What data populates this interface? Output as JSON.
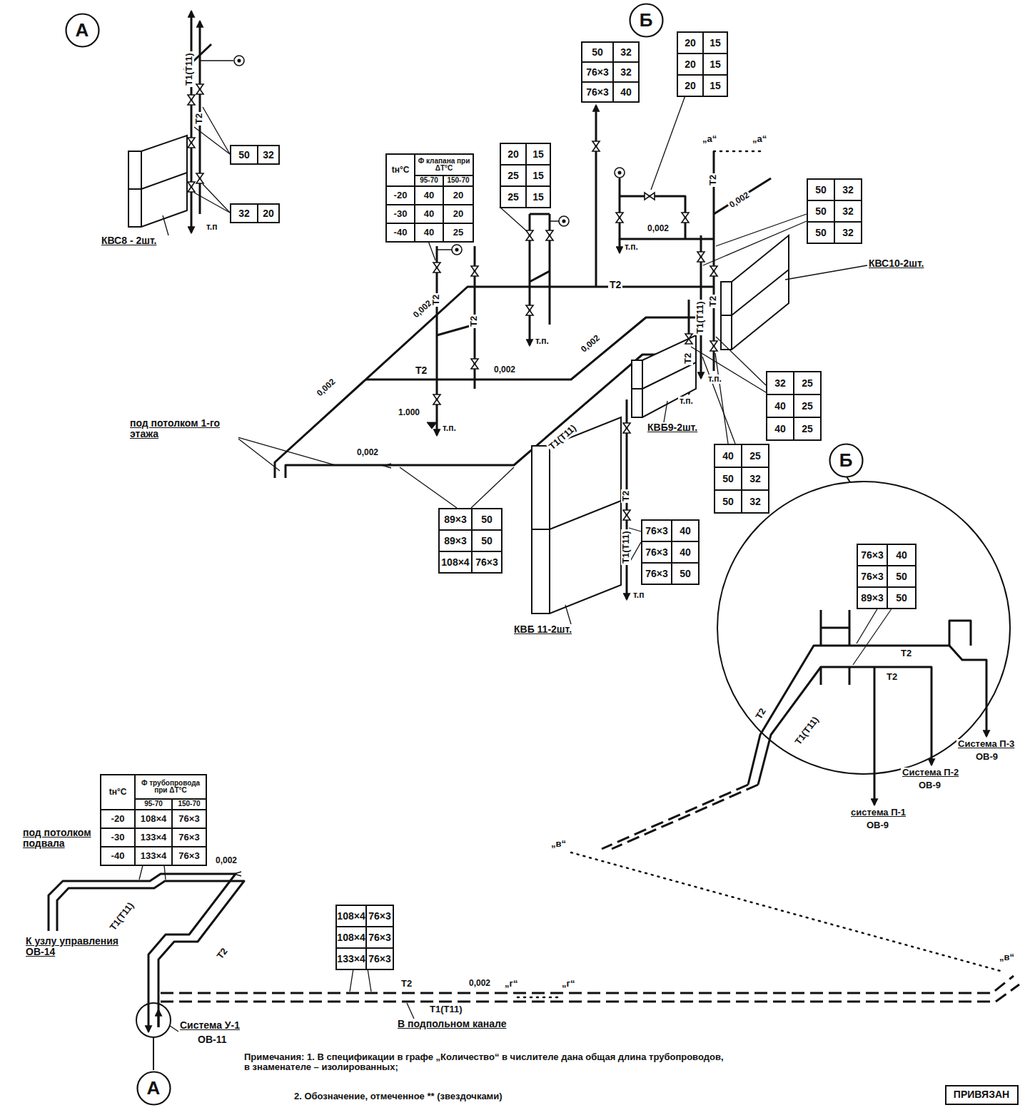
{
  "diagram": {
    "nodes": [
      {
        "text": [
          "А"
        ]
      },
      {
        "text": [
          "Б"
        ]
      },
      {
        "text": [
          "Б"
        ]
      },
      {
        "text": [
          "А"
        ]
      },
      {
        "text": [
          "ПРИВЯЗАН"
        ]
      }
    ],
    "labels": [
      "Т1(Т11)",
      "Т2",
      "50",
      "32",
      "32",
      "20",
      "т.п",
      "КВС8 - 2шт.",
      "50",
      "32",
      "76×3",
      "32",
      "76×3",
      "40",
      "20",
      "15",
      "20",
      "15",
      "20",
      "15",
      "„а“",
      "„а“",
      "0,002",
      "50",
      "32",
      "50",
      "32",
      "50",
      "32",
      "КВС10-2шт.",
      "tн°C",
      "Ф клапана при ΔT°C",
      "95-70",
      "150-70",
      "-20",
      "40",
      "20",
      "-30",
      "40",
      "20",
      "-40",
      "40",
      "25",
      "20",
      "15",
      "25",
      "15",
      "25",
      "15",
      "под потолком 1-го этажа",
      "0,002",
      "0,002",
      "0,002",
      "Т2",
      "0,002",
      "Т2",
      "0,002",
      "0,002",
      "КВБ9-2шт.",
      "Т1(Т11)",
      "1.000",
      "89×3",
      "50",
      "89×3",
      "50",
      "108×4",
      "76×3",
      "76×3",
      "40",
      "76×3",
      "40",
      "76×3",
      "50",
      "КВБ 11-2шт.",
      "32",
      "25",
      "40",
      "25",
      "40",
      "25",
      "40",
      "25",
      "50",
      "32",
      "50",
      "32",
      "т.п.",
      "т.п.",
      "т.п.",
      "т.п.",
      "т.п.",
      "т.п",
      "Т2",
      "Т2",
      "Т2",
      "Т2",
      "Т1(Т11)",
      "Т2",
      "Т2",
      "Т1(Т11)",
      "76×3",
      "40",
      "76×3",
      "50",
      "89×3",
      "50",
      "Т2",
      "Т2",
      "Т2",
      "Т1(Т11)",
      "Система П-3",
      "ОВ-9",
      "Система П-2",
      "ОВ-9",
      "система П-1",
      "ОВ-9",
      "tн°C",
      "Ф трубопровода при ΔT°C",
      "95-70",
      "150-70",
      "-20",
      "108×4",
      "76×3",
      "-30",
      "133×4",
      "76×3",
      "-40",
      "133×4",
      "76×3",
      "под потолком подвала",
      "0,002",
      "К узлу управления ОВ-14",
      "Т1(Т11)",
      "Т2",
      "Система У-1",
      "ОВ-11",
      "108×4",
      "76×3",
      "108×4",
      "76×3",
      "133×4",
      "76×3",
      "Т2",
      "Т1(Т11)",
      "0,002",
      "„г“",
      "„г“",
      "„в“",
      "„в“",
      "В подпольном канале",
      "Примечания: 1. В спецификации в графе „Количество“ в числителе дана общая длина трубопроводов, в знаменателе – изолированных;",
      "2. Обозначение, отмеченное ** (звездочками)"
    ]
  }
}
